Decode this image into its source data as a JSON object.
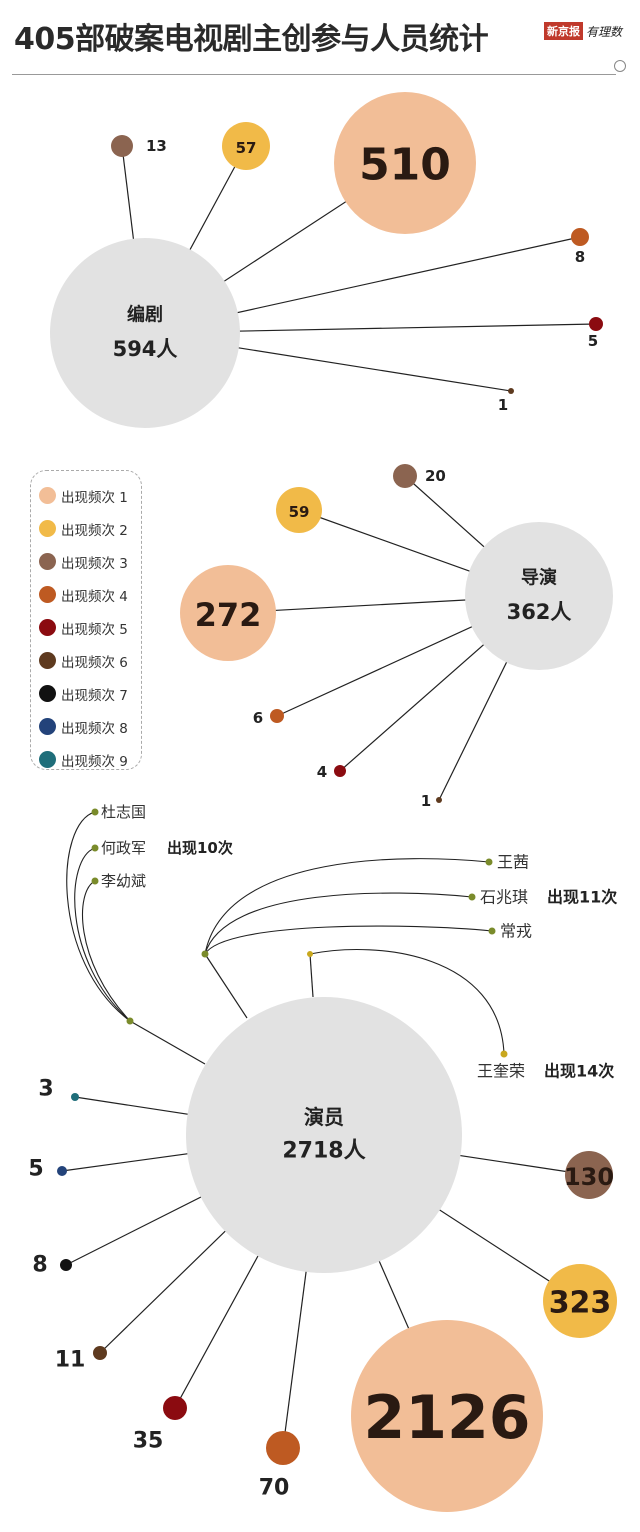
{
  "title": "405部破案电视剧主创参与人员统计",
  "brand": {
    "logo": "新京报",
    "sub": "有理数"
  },
  "colors": {
    "f1": "#F2BE97",
    "f2": "#F1BA48",
    "f3": "#8B6450",
    "f4": "#BE5A22",
    "f5": "#8B0B10",
    "f6": "#5E3A1F",
    "f7": "#111111",
    "f8": "#23437A",
    "f9": "#1F6E7A",
    "center": "#E2E2E2",
    "link": "#7A8B2B"
  },
  "chart_data": {
    "type": "bubble",
    "legend": [
      {
        "label": "出现频次 1",
        "color": "#F2BE97"
      },
      {
        "label": "出现频次 2",
        "color": "#F1BA48"
      },
      {
        "label": "出现频次 3",
        "color": "#8B6450"
      },
      {
        "label": "出现频次 4",
        "color": "#BE5A22"
      },
      {
        "label": "出现频次 5",
        "color": "#8B0B10"
      },
      {
        "label": "出现频次 6",
        "color": "#5E3A1F"
      },
      {
        "label": "出现频次 7",
        "color": "#111111"
      },
      {
        "label": "出现频次 8",
        "color": "#23437A"
      },
      {
        "label": "出现频次 9",
        "color": "#1F6E7A"
      }
    ],
    "groups": [
      {
        "name": "编剧",
        "total": "594人",
        "counts": [
          {
            "frequency": 1,
            "value": 510
          },
          {
            "frequency": 2,
            "value": 57
          },
          {
            "frequency": 3,
            "value": 13
          },
          {
            "frequency": 4,
            "value": 8
          },
          {
            "frequency": 5,
            "value": 5
          },
          {
            "frequency": 6,
            "value": 1
          }
        ]
      },
      {
        "name": "导演",
        "total": "362人",
        "counts": [
          {
            "frequency": 1,
            "value": 272
          },
          {
            "frequency": 2,
            "value": 59
          },
          {
            "frequency": 3,
            "value": 20
          },
          {
            "frequency": 4,
            "value": 6
          },
          {
            "frequency": 5,
            "value": 4
          },
          {
            "frequency": 6,
            "value": 1
          }
        ]
      },
      {
        "name": "演员",
        "total": "2718人",
        "counts": [
          {
            "frequency": 1,
            "value": 2126
          },
          {
            "frequency": 2,
            "value": 323
          },
          {
            "frequency": 3,
            "value": 130
          },
          {
            "frequency": 4,
            "value": 70
          },
          {
            "frequency": 5,
            "value": 35
          },
          {
            "frequency": 6,
            "value": 11
          },
          {
            "frequency": 7,
            "value": 8
          },
          {
            "frequency": 8,
            "value": 5
          },
          {
            "frequency": 9,
            "value": 3
          }
        ],
        "top_actors": [
          {
            "frequency_label": "出现10次",
            "names": [
              "杜志国",
              "何政军",
              "李幼斌"
            ]
          },
          {
            "frequency_label": "出现11次",
            "names": [
              "王茜",
              "石兆琪",
              "常戎"
            ]
          },
          {
            "frequency_label": "出现14次",
            "names": [
              "王奎荣"
            ]
          }
        ]
      }
    ]
  }
}
